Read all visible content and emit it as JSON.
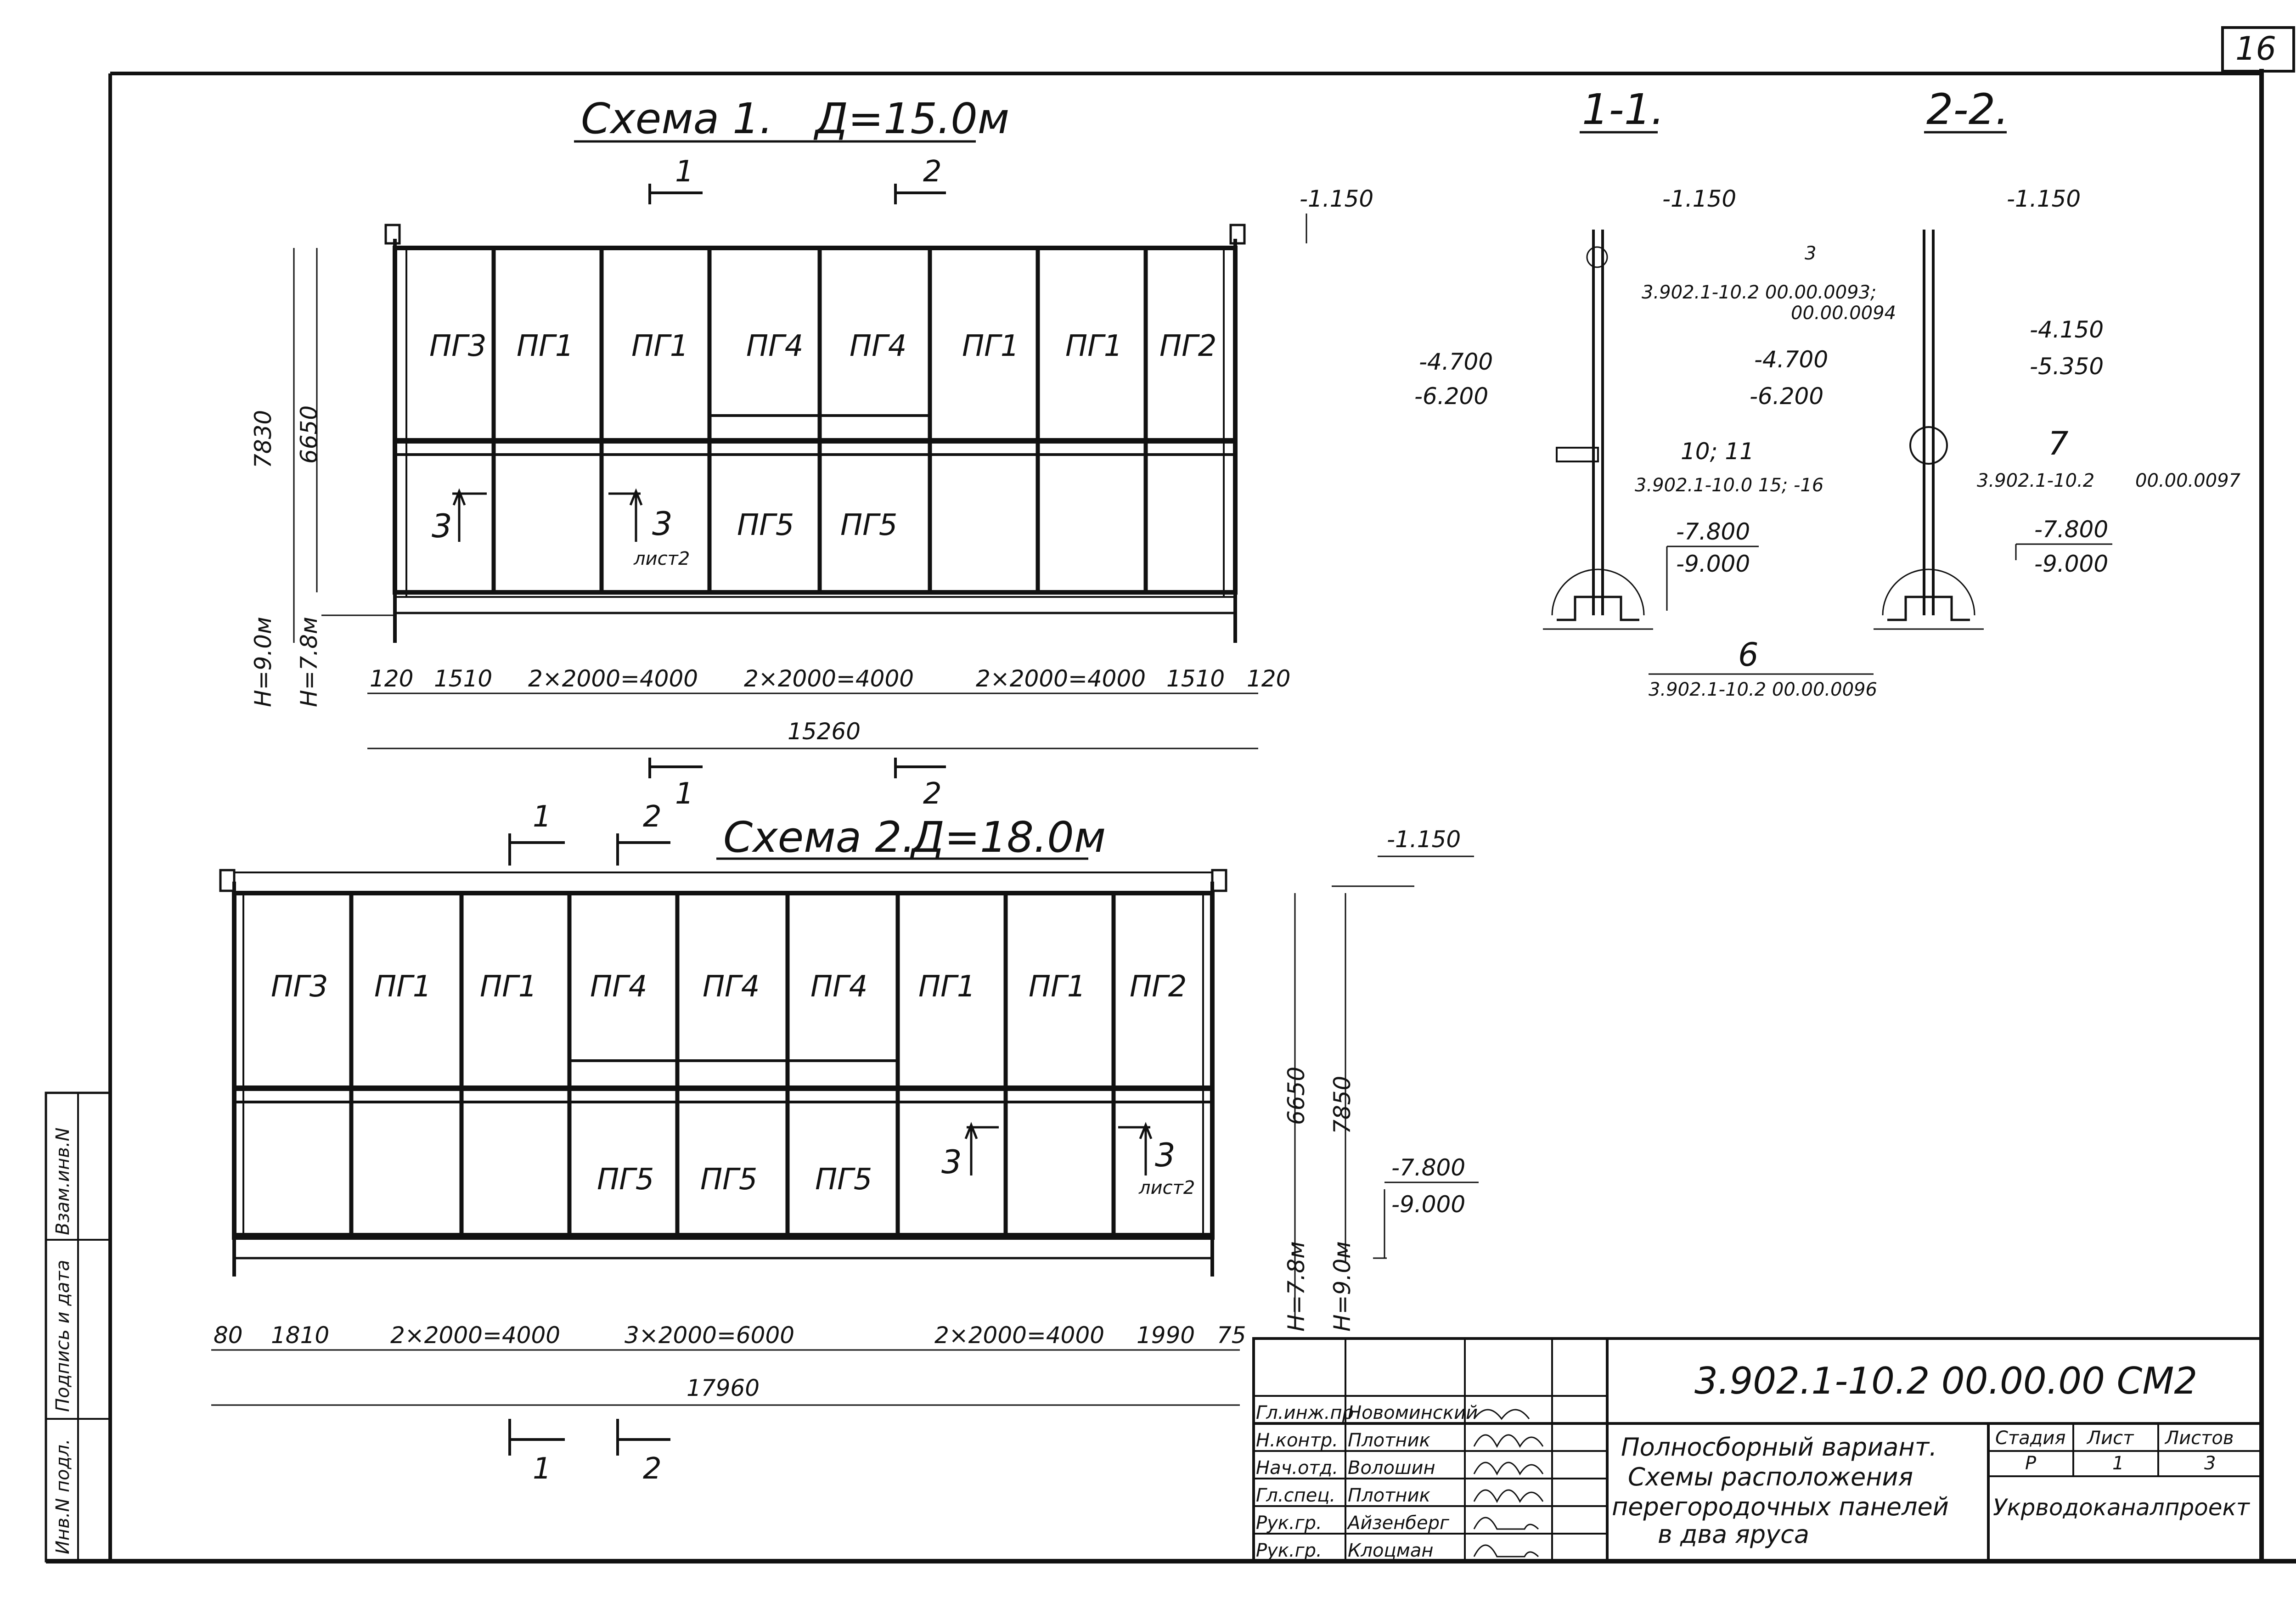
{
  "sheet": {
    "page_number": "16",
    "doc_code": "3.902.1-10.2   00.00.00 СМ2",
    "description": [
      "Полносборный вариант.",
      "Схемы расположения",
      "перегородочных панелей",
      "в два яруса"
    ]
  },
  "schema1": {
    "title": "Схема 1.",
    "span": "Д=15.0м",
    "top_labels": [
      "ПГ3",
      "ПГ1",
      "ПГ1",
      "ПГ4",
      "ПГ4",
      "ПГ1",
      "ПГ1",
      "ПГ2"
    ],
    "bottom_labels": [
      "",
      "",
      "",
      "ПГ5",
      "ПГ5",
      "",
      "",
      ""
    ],
    "section_marks": [
      "1",
      "2"
    ],
    "view_marks": [
      {
        "num": "3",
        "sheet": ""
      },
      {
        "num": "3",
        "sheet": "лист2"
      }
    ],
    "dims": [
      "120",
      "1510",
      "2×2000=4000",
      "2×2000=4000",
      "2×2000=4000",
      "1510",
      "120"
    ],
    "total": "15260",
    "heights": {
      "total": "7830",
      "panel": "6650",
      "h1": "Н=9.0м",
      "h2": "Н=7.8м"
    },
    "top_level": "-1.150"
  },
  "schema2": {
    "title": "Схема 2.",
    "span": "Д=18.0м",
    "top_labels": [
      "ПГ3",
      "ПГ1",
      "ПГ1",
      "ПГ4",
      "ПГ4",
      "ПГ4",
      "ПГ1",
      "ПГ1",
      "ПГ2"
    ],
    "bottom_labels": [
      "",
      "",
      "",
      "ПГ5",
      "ПГ5",
      "ПГ5",
      "",
      "",
      ""
    ],
    "section_marks": [
      "1",
      "2"
    ],
    "view_marks": [
      {
        "num": "3",
        "sheet": ""
      },
      {
        "num": "3",
        "sheet": "лист2"
      }
    ],
    "dims": [
      "80",
      "1810",
      "2×2000=4000",
      "3×2000=6000",
      "2×2000=4000",
      "1990",
      "75"
    ],
    "total": "17960",
    "heights": {
      "total": "7850",
      "panel": "6650",
      "h1": "Н=7.8м",
      "h2": "Н=9.0м"
    },
    "levels": [
      "-1.150",
      "-7.800",
      "-9.000"
    ]
  },
  "section11": {
    "title": "1-1.",
    "levels": [
      "-1.150",
      "-4.700",
      "-6.200",
      "-7.800",
      "-9.000"
    ],
    "refs": [
      "3.902.1-10.2  00.00.0093;",
      "00.00.0094",
      "3.902.1-10.0  15; -16",
      "3.902.1-10.2  00.00.0096"
    ],
    "callouts": [
      "3",
      "10; 11",
      "6"
    ]
  },
  "section22": {
    "title": "2-2.",
    "levels": [
      "-1.150",
      "-4.150",
      "-5.350",
      "-4.700",
      "-6.200",
      "-7.800",
      "-9.000"
    ],
    "refs": [
      "3.902.1-10.2",
      "00.00.0097"
    ],
    "callouts": [
      "7"
    ]
  },
  "side_stamp": [
    "Инв.N подл.",
    "Подпись и дата",
    "Взам.инв.N"
  ],
  "title_block": {
    "roles": [
      "Гл.инж.пр",
      "Н.контр.",
      "Нач.отд.",
      "Гл.спец.",
      "Рук.гр.",
      "Рук.гр."
    ],
    "names": [
      "Новоминский",
      "Плотник",
      "Волошин",
      "Плотник",
      "Айзенберг",
      "Клоцман"
    ],
    "stage_header": "Стадия",
    "sheet_header": "Лист",
    "sheets_header": "Листов",
    "stage": "Р",
    "sheet": "1",
    "sheets": "3",
    "org": "Укрводоканалпроект"
  }
}
